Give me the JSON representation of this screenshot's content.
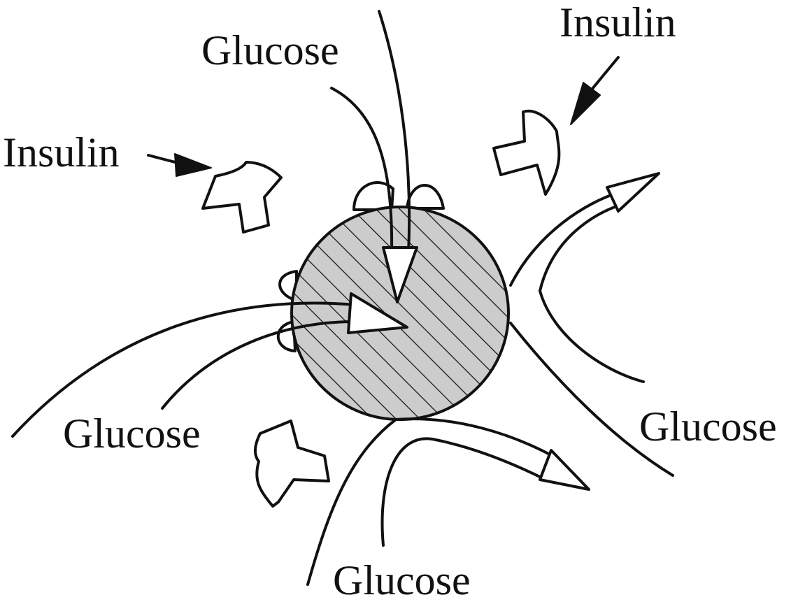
{
  "labels": {
    "glucose_top": "Glucose",
    "insulin_top_right": "Insulin",
    "insulin_left": "Insulin",
    "glucose_left": "Glucose",
    "glucose_right": "Glucose",
    "glucose_bottom": "Glucose"
  },
  "colors": {
    "ink": "#111111",
    "cell_fill": "#cccccc",
    "background": "#ffffff"
  }
}
